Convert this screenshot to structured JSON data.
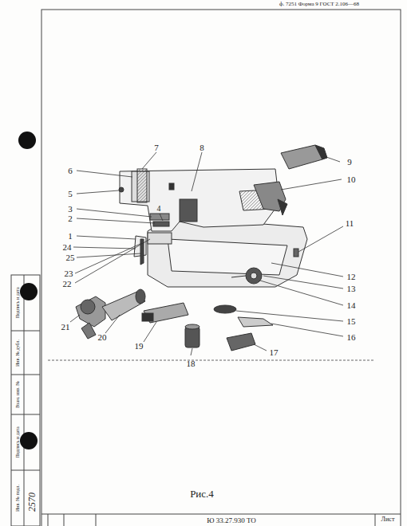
{
  "diagram": {
    "caption": "Рис.4",
    "labels": [
      "1",
      "2",
      "3",
      "4",
      "5",
      "6",
      "7",
      "8",
      "9",
      "10",
      "11",
      "12",
      "13",
      "14",
      "15",
      "16",
      "17",
      "18",
      "19",
      "20",
      "21",
      "22",
      "23",
      "24",
      "25",
      "ф. 7251 Форма 9 ГОСТ 2.106—68",
      "Подпись и дата",
      "Инв. № дубл.",
      "Взам. инв. №",
      "Подпись и дата",
      "Инв. № подл.",
      "2570",
      "Ю 33.27.930 ТО",
      "Лист"
    ]
  }
}
